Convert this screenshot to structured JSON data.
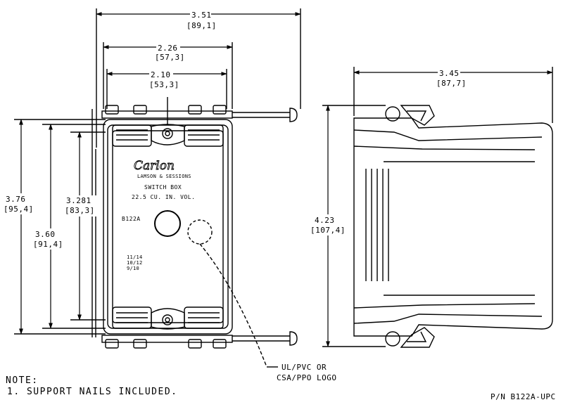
{
  "dimensions": {
    "top_overall": {
      "inch": "3.51",
      "mm": "[89,1]"
    },
    "top_mid": {
      "inch": "2.26",
      "mm": "[57,3]"
    },
    "top_inner": {
      "inch": "2.10",
      "mm": "[53,3]"
    },
    "left_outer": {
      "inch": "3.76",
      "mm": "[95,4]"
    },
    "left_mid": {
      "inch": "3.60",
      "mm": "[91,4]"
    },
    "left_inner": {
      "inch": "3.281",
      "mm": "[83,3]"
    },
    "side_width": {
      "inch": "3.45",
      "mm": "[87,7]"
    },
    "side_height": {
      "inch": "4.23",
      "mm": "[107,4]"
    }
  },
  "box_marking": {
    "brand": "Carlon",
    "maker": "LAMSON & SESSIONS",
    "type": "SWITCH BOX",
    "volume": "22.5 CU. IN. VOL.",
    "part": "B122A",
    "wire_sizes": [
      "11/14",
      "10/12",
      "9/10"
    ]
  },
  "callout": {
    "line1": "UL/PVC OR",
    "line2": "CSA/PPO LOGO"
  },
  "notes": {
    "heading": "NOTE:",
    "item1": "1. SUPPORT NAILS INCLUDED."
  },
  "part_number": "P/N B122A-UPC"
}
